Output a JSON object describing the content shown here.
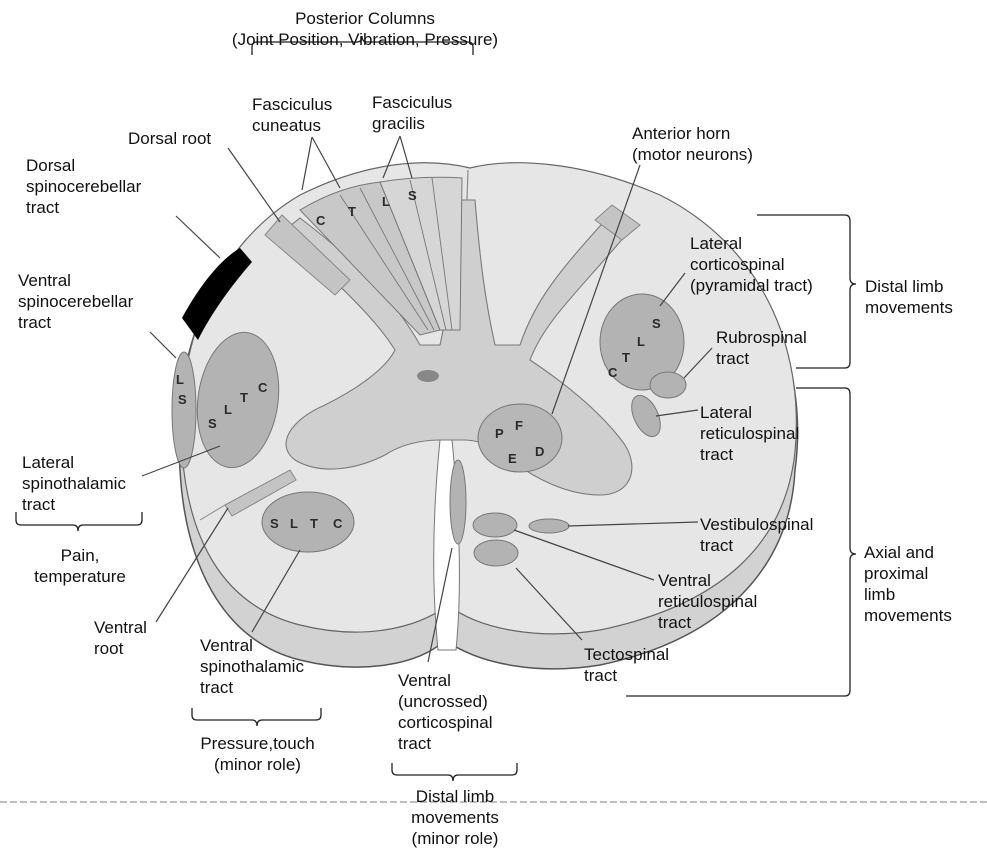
{
  "labels": {
    "posterior_columns": "Posterior Columns\n(Joint Position, Vibration, Pressure)",
    "fasciculus_cuneatus": "Fasciculus\ncuneatus",
    "fasciculus_gracilis": "Fasciculus\ngracilis",
    "dorsal_root": "Dorsal root",
    "dorsal_spinocerebellar": "Dorsal\nspinocerebellar\ntract",
    "ventral_spinocerebellar": "Ventral\nspinocerebellar\ntract",
    "lateral_spinothalamic": "Lateral\nspinothalamic\ntract",
    "pain_temperature": "Pain,\ntemperature",
    "ventral_root": "Ventral\nroot",
    "ventral_spinothalamic": "Ventral\nspinothalamic\ntract",
    "pressure_touch": "Pressure,touch\n(minor role)",
    "ventral_corticospinal": "Ventral\n(uncrossed)\ncorticospinal\ntract",
    "distal_limb_minor": "Distal limb\nmovements\n(minor role)",
    "anterior_horn": "Anterior horn\n(motor neurons)",
    "lateral_corticospinal": "Lateral\ncorticospinal\n(pyramidal tract)",
    "distal_limb_movements": "Distal limb\nmovements",
    "rubrospinal": "Rubrospinal\ntract",
    "lateral_reticulospinal": "Lateral\nreticulospinal\ntract",
    "vestibulospinal": "Vestibulospinal\ntract",
    "axial_proximal": "Axial and\nproximal\nlimb\nmovements",
    "ventral_reticulospinal": "Ventral\nreticulospinal\ntract",
    "tectospinal": "Tectospinal\ntract"
  },
  "tract_letters": {
    "cuneatus_c": "C",
    "cuneatus_t": "T",
    "gracilis_l": "L",
    "gracilis_s": "S",
    "lat_cort_c": "C",
    "lat_cort_t": "T",
    "lat_cort_l": "L",
    "lat_cort_s": "S",
    "horn_p": "P",
    "horn_f": "F",
    "horn_e": "E",
    "horn_d": "D",
    "lat_st_s": "S",
    "lat_st_l": "L",
    "lat_st_t": "T",
    "lat_st_c": "C",
    "vsc_l": "L",
    "vsc_s": "S",
    "vent_st_s": "S",
    "vent_st_l": "L",
    "vent_st_t": "T",
    "vent_st_c": "C"
  },
  "colors": {
    "white_matter": "#e6e6e6",
    "gray_matter": "#cfcfcf",
    "tract_fill": "#b3b3b3",
    "dorsal_spinocerebellar": "#000000",
    "outline": "#555555"
  }
}
